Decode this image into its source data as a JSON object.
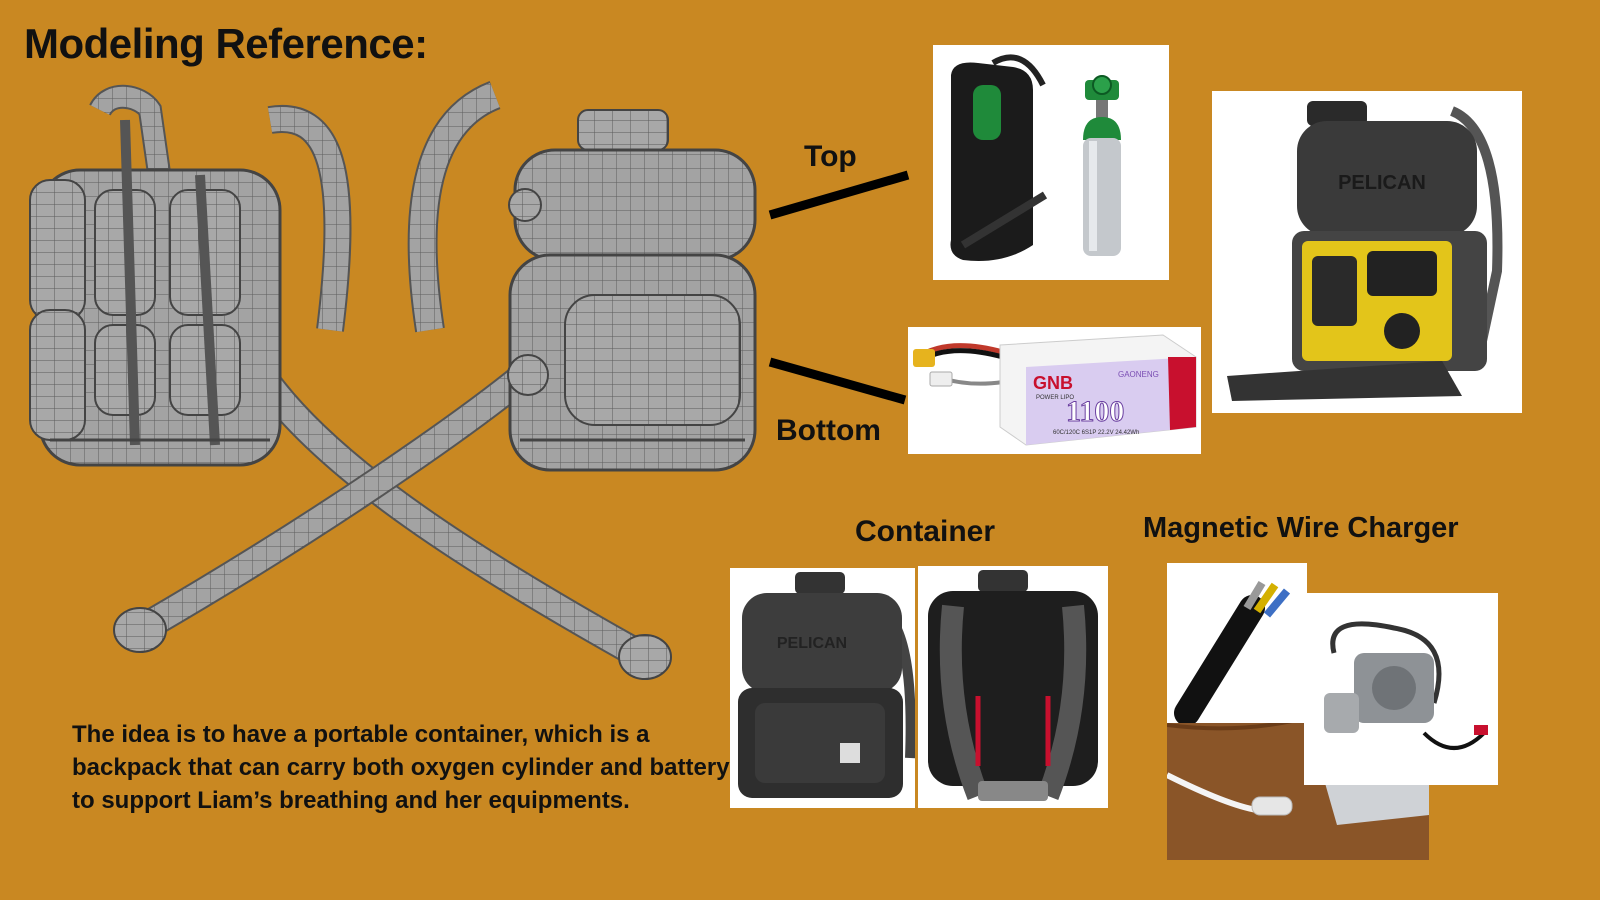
{
  "slide": {
    "title": "Modeling Reference:",
    "labels": {
      "top": "Top",
      "bottom": "Bottom",
      "container": "Container",
      "charger": "Magnetic Wire Charger"
    },
    "description": "The idea is to have a portable container, which is a backpack that can carry both oxygen cylinder and battery to support Liam’s breathing and her equipments.",
    "battery_text": {
      "brand": "GNB",
      "sub": "POWER LIPO",
      "capacity": "1100",
      "spec": "60C/120C 6S1P 22.2V 24.42Wh",
      "strip": "GAONENG"
    },
    "pelican_text": "PELICAN",
    "colors": {
      "background": "#c98822",
      "text": "#111111",
      "mesh_gray": "#9a9a9a",
      "oxygen_green": "#1f8a3a"
    }
  }
}
